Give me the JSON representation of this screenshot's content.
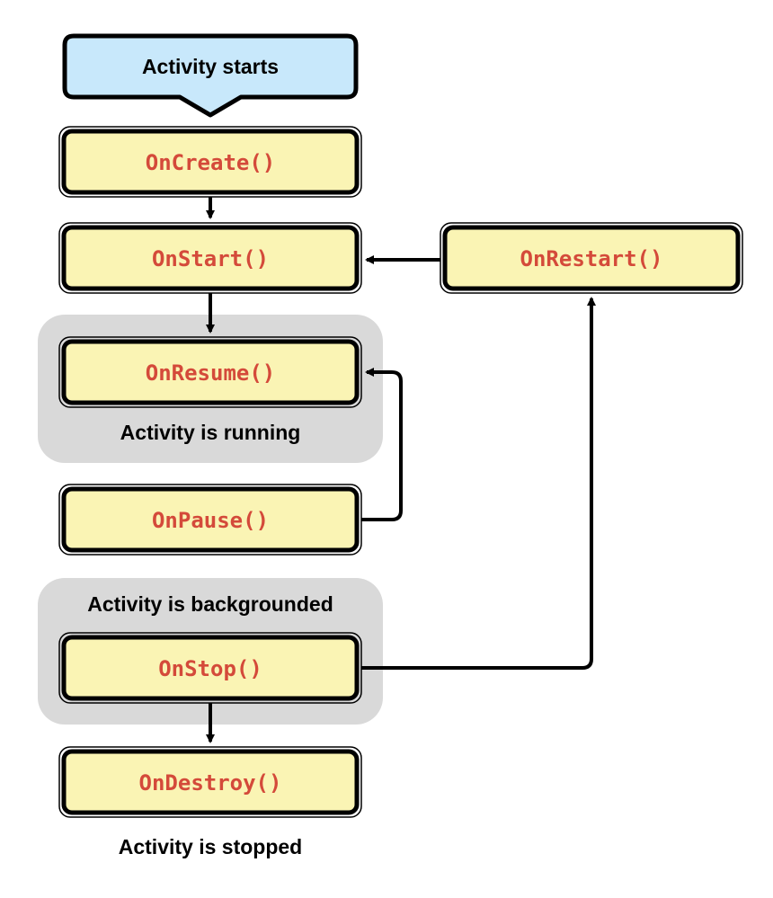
{
  "start": {
    "label": "Activity starts"
  },
  "states": {
    "create": "OnCreate()",
    "start": "OnStart()",
    "restart": "OnRestart()",
    "resume": "OnResume()",
    "pause": "OnPause()",
    "stop": "OnStop()",
    "destroy": "OnDestroy()"
  },
  "groups": {
    "running": "Activity is running",
    "backgrounded": "Activity is backgrounded",
    "stopped": "Activity is stopped"
  },
  "colors": {
    "box_fill": "#faf4b4",
    "box_text": "#d44a3a",
    "start_fill": "#c8e8fb",
    "group_fill": "#d9d9d9",
    "stroke": "#000000"
  }
}
